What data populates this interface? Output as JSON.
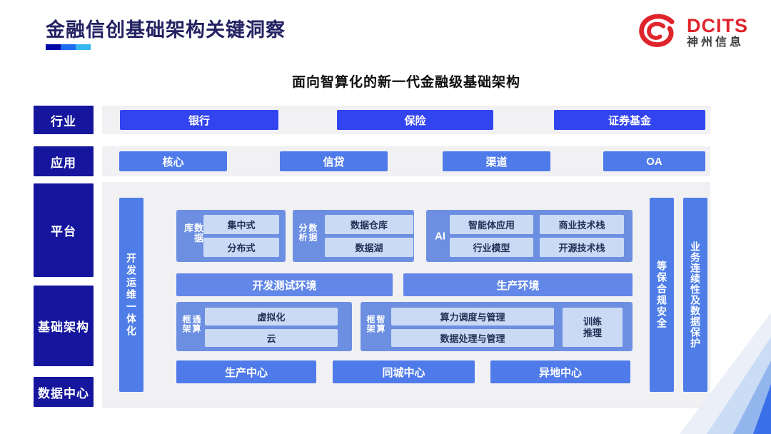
{
  "header": {
    "title": "金融信创基础架构关键洞察",
    "logo": {
      "brand": "DCITS",
      "company": "神州信息"
    }
  },
  "subtitle": "面向智算化的新一代金融级基础架构",
  "sidebar": {
    "industry": "行业",
    "application": "应用",
    "platform": "平台",
    "infrastructure": "基础架构",
    "datacenter": "数据中心"
  },
  "industry_row": [
    "银行",
    "保险",
    "证券基金"
  ],
  "application_row": [
    "核心",
    "信贷",
    "渠道",
    "OA"
  ],
  "devops_bar": "开发运维一体化",
  "platform": {
    "database": {
      "label": "数据库",
      "items": [
        "集中式",
        "分布式"
      ]
    },
    "analytics": {
      "label": "数据分析",
      "items": [
        "数据仓库",
        "数据湖"
      ]
    },
    "ai": {
      "label": "AI",
      "items": [
        "智能体应用",
        "商业技术栈",
        "行业模型",
        "开源技术栈"
      ]
    },
    "environments": [
      "开发测试环境",
      "生产环境"
    ]
  },
  "infrastructure": {
    "general_compute": {
      "label": "通算框架",
      "items": [
        "虚拟化",
        "云"
      ]
    },
    "ai_compute": {
      "label": "智算框架",
      "items": [
        "算力调度与管理",
        "数据处理与管理"
      ],
      "side": "训练推理"
    }
  },
  "datacenter_row": [
    "生产中心",
    "同城中心",
    "异地中心"
  ],
  "right_bars": {
    "security": "等保合规安全",
    "continuity": "业务连续性及数据保护"
  },
  "colors": {
    "navy": "#15159D",
    "bright_blue": "#3243F0",
    "medium_blue": "#4F7AE9",
    "bar_blue": "#4E7DE8",
    "container_blue": "#6C8FE2",
    "light_box": "#CBDAF4",
    "panel_gray": "#F1F1F4",
    "brand_red": "#E0242C",
    "title_navy": "#232262"
  }
}
